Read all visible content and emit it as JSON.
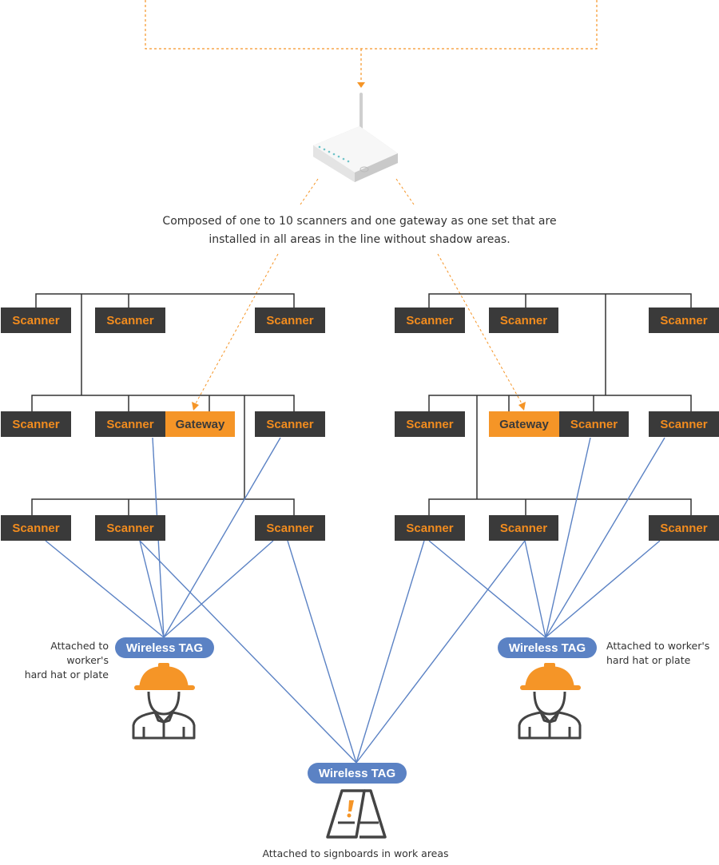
{
  "caption": {
    "line1": "Composed of one to 10 scanners and one gateway as one set that are",
    "line2": "installed in all areas in the line without shadow areas."
  },
  "labels": {
    "scanner": "Scanner",
    "gateway": "Gateway",
    "wireless_tag": "Wireless TAG"
  },
  "notes": {
    "left_line1": "Attached to worker's",
    "left_line2": "hard hat or plate",
    "right_line1": "Attached to worker's",
    "right_line2": "hard hat or plate",
    "bottom": "Attached to signboards in work areas"
  },
  "colors": {
    "scanner_bg": "#3a3a3a",
    "scanner_text": "#f28c1e",
    "gateway_bg": "#f59527",
    "tag_bg": "#5b82c4",
    "link_line": "#5b82c4",
    "dashed_line": "#f59527"
  },
  "icons": [
    "router-icon",
    "worker-icon",
    "signboard-icon"
  ]
}
